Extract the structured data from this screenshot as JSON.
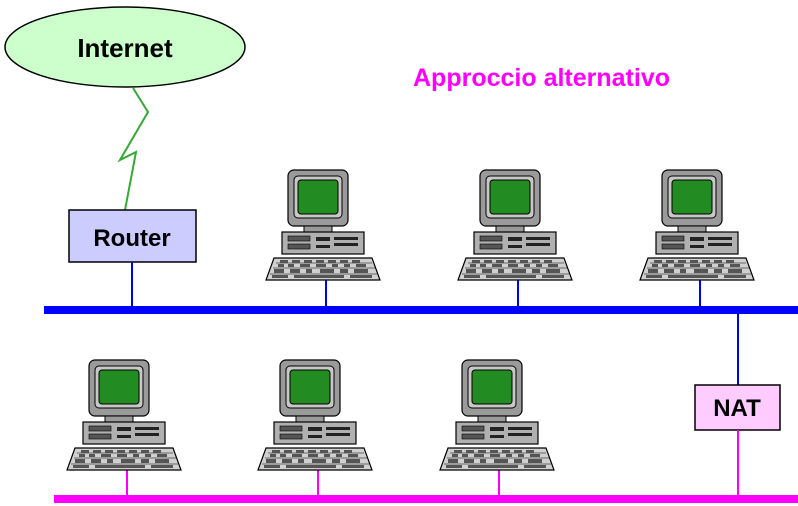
{
  "title": "Approccio alternativo",
  "internet": {
    "label": "Internet"
  },
  "router": {
    "label": "Router"
  },
  "nat": {
    "label": "NAT"
  },
  "colors": {
    "title": "#ff00ff",
    "upper_lan": "#0000ff",
    "lower_lan": "#ff00ff",
    "internet_fill": "#ccffcc",
    "internet_link": "#33aa33",
    "router_fill": "#ccccff",
    "nat_fill": "#ffccff",
    "screen": "#228b22"
  },
  "icons": {
    "computer": "desktop-computer-icon"
  }
}
